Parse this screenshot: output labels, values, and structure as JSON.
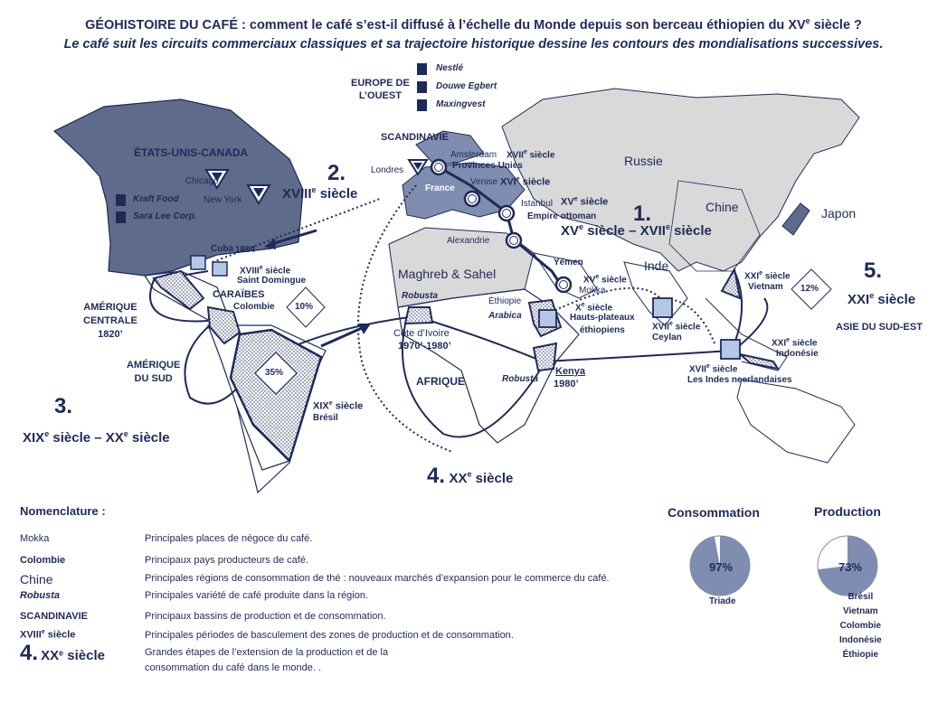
{
  "title": {
    "prefix": "GÉOHISTOIRE DU CAFÉ : comment le café s’est-il diffusé à l’échelle du Monde depuis son berceau éthiopien du XV",
    "sup": "e",
    "suffix": " siècle ?",
    "subtitle": "Le café suit les circuits commerciaux classiques et sa trajectoire historique dessine les contours des mondialisations successives."
  },
  "regions": {
    "usa_canada": "ÉTATS-UNIS-CANADA",
    "europe_ouest": [
      "EUROPE DE",
      "L’OUEST"
    ],
    "scandinavie": "SCANDINAVIE",
    "russie": "Russie",
    "chine": "Chine",
    "japon": "Japon",
    "inde": "Inde",
    "maghreb": "Maghreb & Sahel",
    "afrique": "AFRIQUE",
    "amerique_centrale": [
      "AMÉRIQUE",
      "CENTRALE",
      "1820’"
    ],
    "amerique_sud": [
      "AMÉRIQUE",
      "DU SUD"
    ],
    "caraibes": "CARAÏBES",
    "asie_sud_est": "ASIE DU SUD-EST"
  },
  "companies": {
    "europe": [
      "Nestlé",
      "Douwe Egbert",
      "Maxingvest"
    ],
    "usa": [
      "Kraft Food",
      "Sara Lee Corp."
    ]
  },
  "places": {
    "chicago": "Chicago",
    "new_york": "New York",
    "londres": "Londres",
    "amsterdam": "Amsterdam",
    "provinces_unies": "Provinces Unies",
    "france": "France",
    "venise": "Venise",
    "istanbul": "Istanbul",
    "empire_ottoman": "Empire ottoman",
    "alexandrie": "Alexandrie",
    "yemen": "Yémen",
    "mokka": "Mokka",
    "ethiopie": "Éthiopie",
    "hauts_plateaux": [
      "Hauts-plateaux",
      "éthiopiens"
    ],
    "cuba": "Cuba",
    "saint_domingue": "Saint Domingue",
    "colombie": "Colombie",
    "bresil": "Brésil",
    "cote_ivoire": "Côte d’Ivoire",
    "kenya": "Kenya",
    "ceylan": "Ceylan",
    "indes_neerlandaises": "Les Indes neerlandaises",
    "vietnam": "Vietnam",
    "indonesie": "Indonésie"
  },
  "varieties": {
    "arabica": "Arabica",
    "robusta": "Robusta"
  },
  "dates": {
    "d1804": "1804",
    "d1970": "1970’-1980’",
    "d1980": "1980’",
    "siecle": "siècle",
    "e": "e",
    "xvii": "XVII",
    "xvi": "XVI",
    "xv": "XV",
    "x": "X",
    "xviii": "XVIII",
    "xix": "XIX",
    "xxi": "XXI"
  },
  "periods": {
    "p1_num": "1.",
    "p1_text": [
      "XV",
      "e",
      " siècle – XVII",
      "e",
      " siècle"
    ],
    "p2_num": "2.",
    "p2_text": [
      "XVIII",
      "e",
      " siècle"
    ],
    "p3_num": "3.",
    "p3_text": [
      "XIX",
      "e",
      " siècle – XX",
      "e",
      " siècle"
    ],
    "p4_num": "4.",
    "p4_text": [
      "XX",
      "e",
      " siècle"
    ],
    "p5_num": "5.",
    "p5_text": [
      "XXI",
      "e",
      " siècle"
    ]
  },
  "shares": {
    "colombie": "10%",
    "bresil": "35%",
    "vietnam": "12%"
  },
  "legend": {
    "title": "Nomenclature",
    "colon": " :",
    "items": [
      {
        "sample": "Mokka",
        "desc": "Principales places de négoce du café."
      },
      {
        "sample": "Colombie",
        "desc": "Principaux pays producteurs de café."
      },
      {
        "sample": "Chine",
        "desc": "Principales régions de consommation de thé : nouveaux marchés d’expansion pour le commerce du café."
      },
      {
        "sample": "Robusta",
        "desc": "Principales variété de café produite dans la région."
      },
      {
        "sample": "SCANDINAVIE",
        "desc": "Principaux bassins de production et de consommation."
      },
      {
        "sample_main": "XVIII",
        "sample_sup": "e",
        "sample_tail": " siècle",
        "desc": "Principales périodes de basculement des zones de production et de consommation."
      },
      {
        "sample_num": "4.",
        "sample_main": "XX",
        "sample_sup": "e",
        "sample_tail": " siècle",
        "desc1": "Grandes étapes de l’extension de la production et de la",
        "desc2": "consommation du café dans le monde. ."
      }
    ]
  },
  "pies": {
    "consumption": {
      "title": "Consommation",
      "value": 97,
      "label": "97%",
      "caption": "Triade"
    },
    "production": {
      "title": "Production",
      "value": 73,
      "label": "73%",
      "caption": [
        "Brésil",
        "Vietnam",
        "Colombie",
        "Indonésie",
        "Éthiopie"
      ]
    }
  },
  "colors": {
    "navy": "#1e2a5a",
    "pie_fill": "#7f8db0",
    "gray": "#d9d9d9",
    "usa": "#5f6b8a",
    "square": "#b4c7e7"
  }
}
